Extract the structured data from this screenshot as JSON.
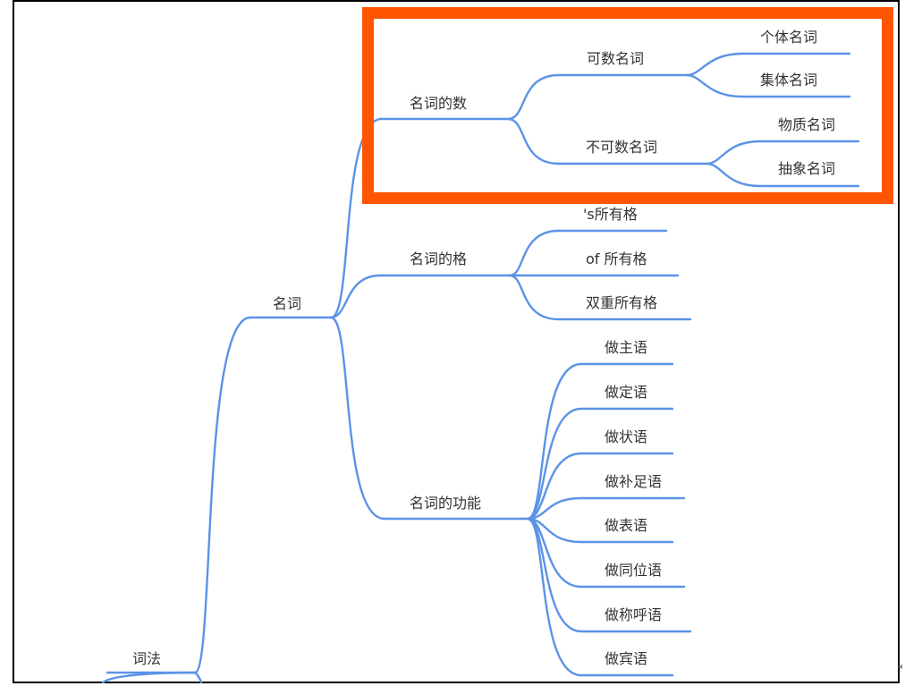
{
  "mindmap": {
    "nodes": {
      "cifa": "词法",
      "mingci": "名词",
      "mingci_de_shu": "名词的数",
      "keshu_mingci": "可数名词",
      "geti_mingci": "个体名词",
      "jiti_mingci": "集体名词",
      "bukeshu_mingci": "不可数名词",
      "wuzhi_mingci": "物质名词",
      "chouxiang_mingci": "抽象名词",
      "mingci_de_ge": "名词的格",
      "s_suoyouge": "'s所有格",
      "of_suoyouge": "of 所有格",
      "shuangchong_suoyouge": "双重所有格",
      "mingci_de_gongneng": "名词的功能",
      "zuo_zhuyu": "做主语",
      "zuo_dingyu": "做定语",
      "zuo_zhuangyu": "做状语",
      "zuo_buzuyu": "做补足语",
      "zuo_biaoyu": "做表语",
      "zuo_tongweiyu": "做同位语",
      "zuo_chenghuyu": "做称呼语",
      "zuo_binyu": "做宾语"
    }
  },
  "colors": {
    "branch": "#5b93e6",
    "highlight": "#ff5500",
    "frame": "#000000",
    "text": "#333333"
  },
  "icons": {
    "edge_arrow": "◂"
  }
}
